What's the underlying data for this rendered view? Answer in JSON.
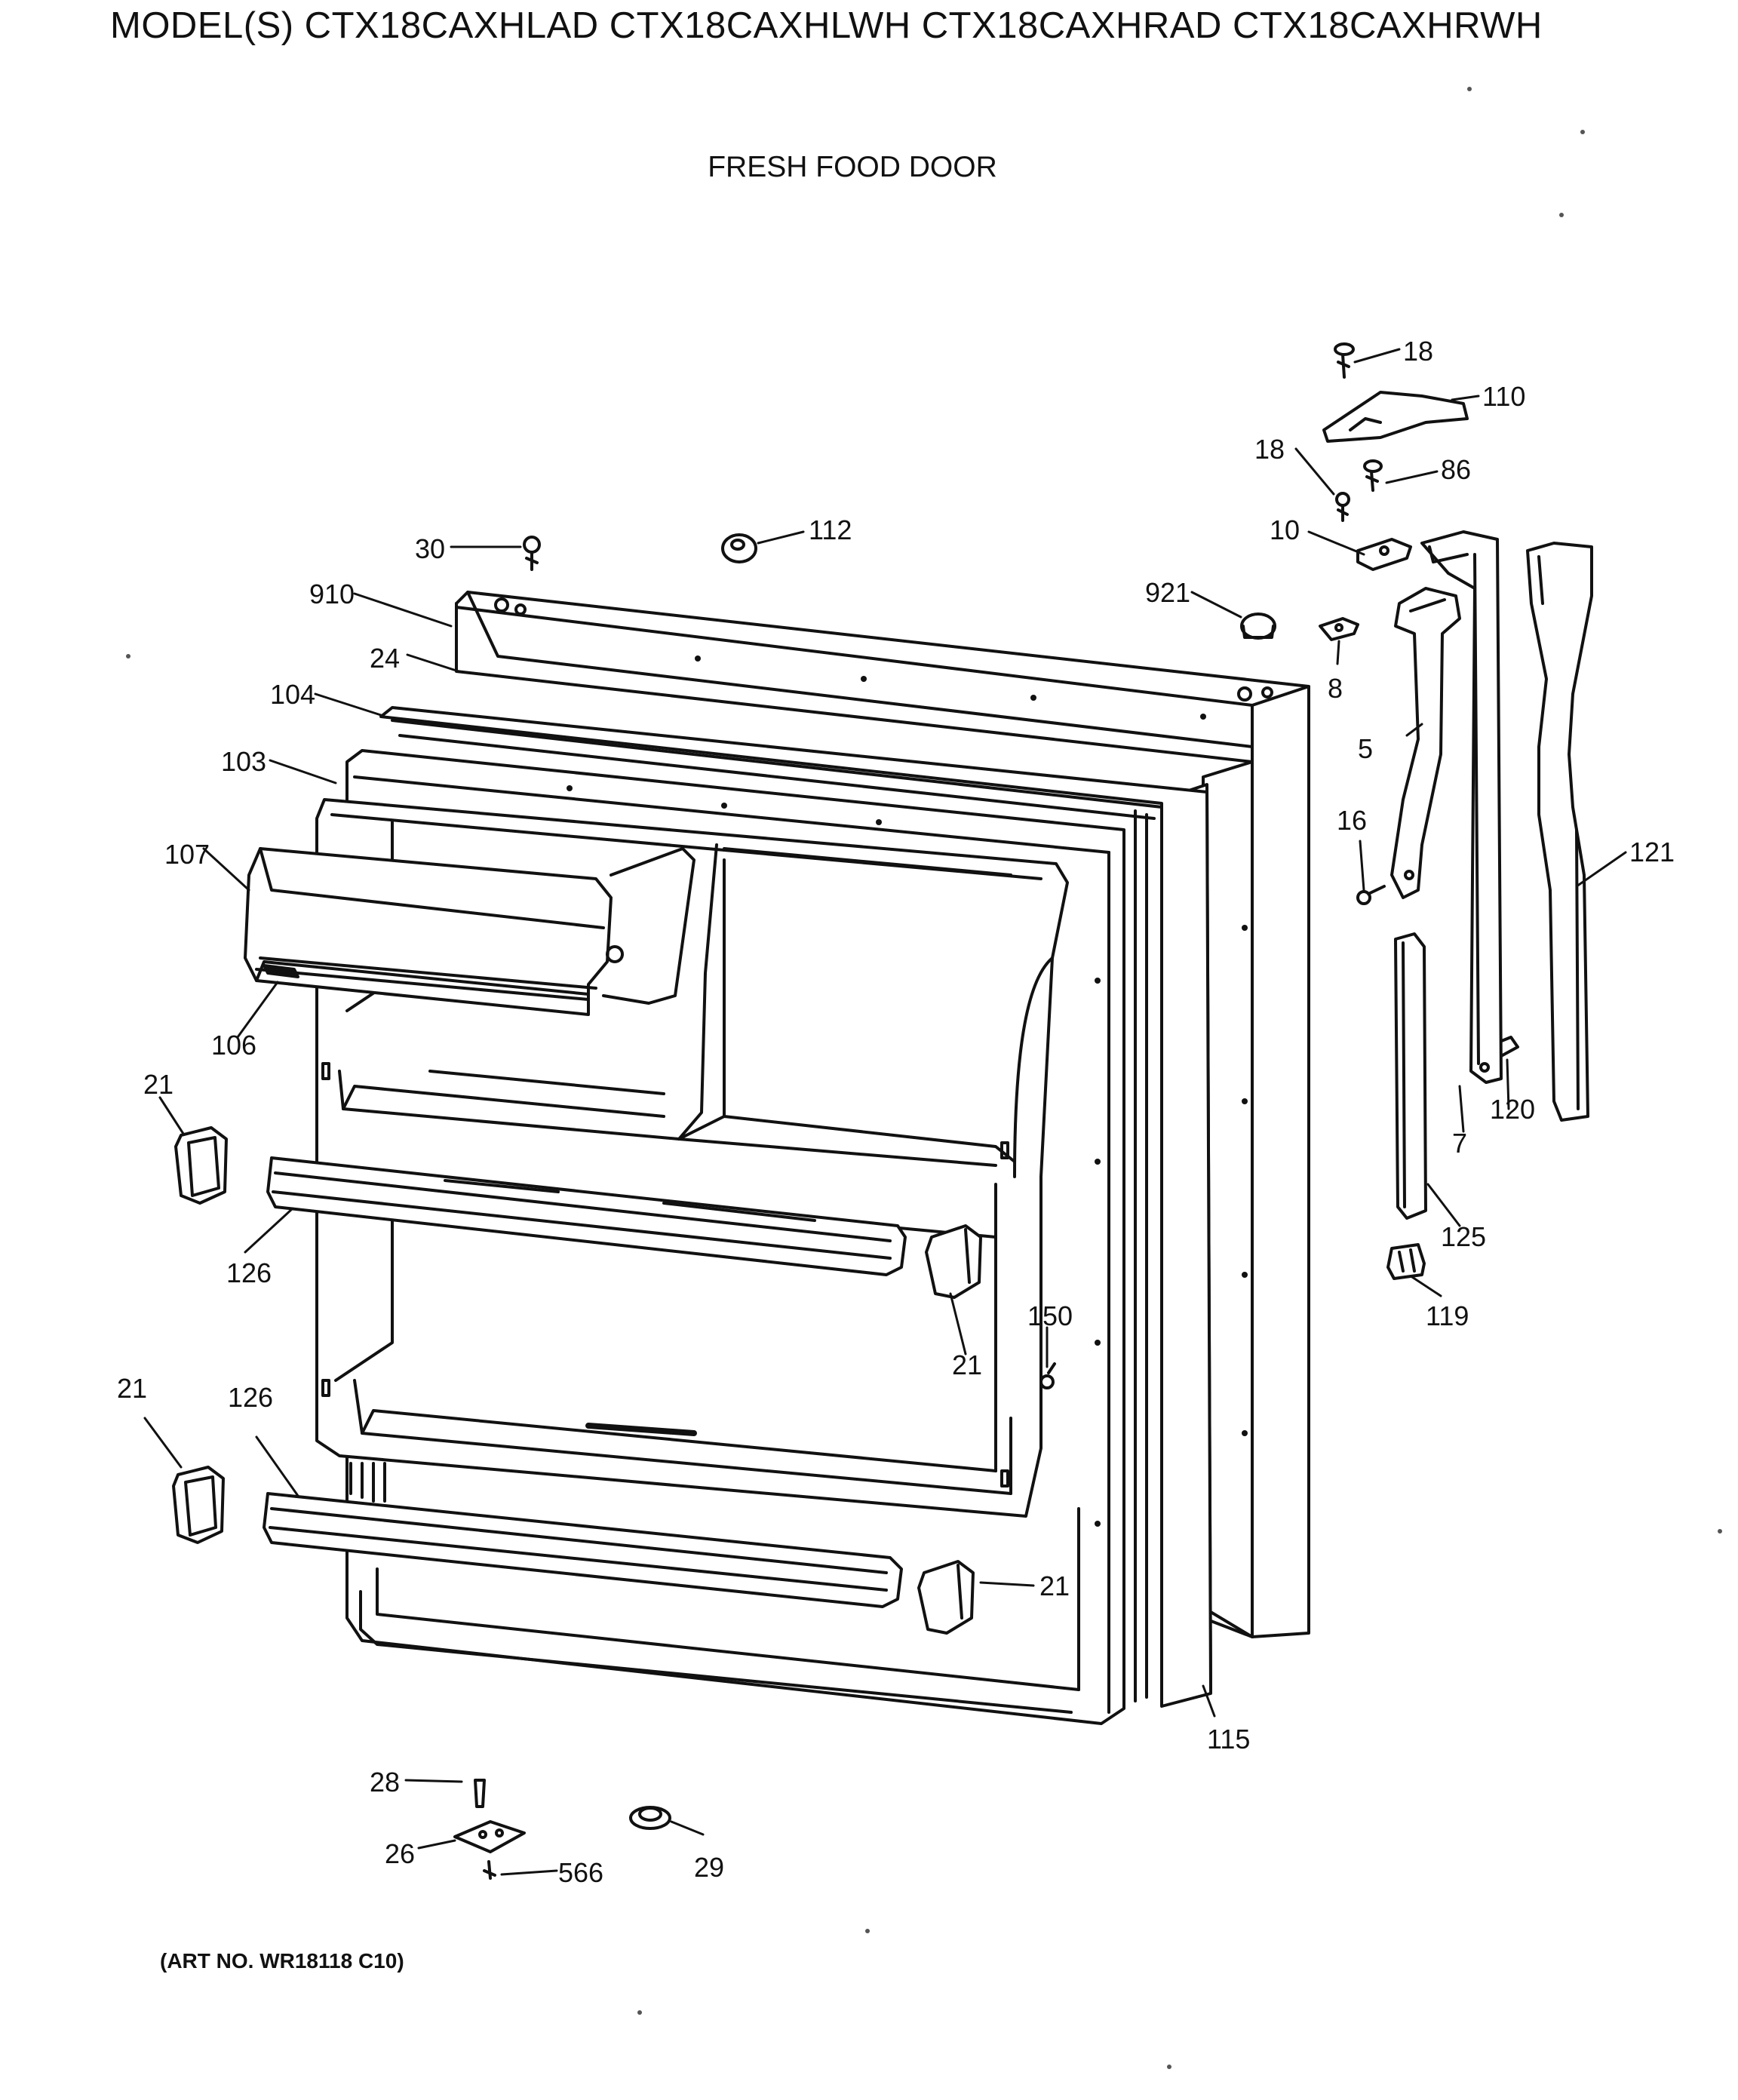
{
  "header": {
    "models": "MODEL(S) CTX18CAXHLAD  CTX18CAXHLWH  CTX18CAXHRAD  CTX18CAXHRWH",
    "section": "FRESH FOOD DOOR"
  },
  "footer": {
    "art_no": "(ART NO. WR18118 C10)"
  },
  "callouts": [
    {
      "id": "c18a",
      "label": "18"
    },
    {
      "id": "c110",
      "label": "110"
    },
    {
      "id": "c18b",
      "label": "18"
    },
    {
      "id": "c86",
      "label": "86"
    },
    {
      "id": "c10",
      "label": "10"
    },
    {
      "id": "c112",
      "label": "112"
    },
    {
      "id": "c30",
      "label": "30"
    },
    {
      "id": "c910",
      "label": "910"
    },
    {
      "id": "c921",
      "label": "921"
    },
    {
      "id": "c24",
      "label": "24"
    },
    {
      "id": "c8",
      "label": "8"
    },
    {
      "id": "c104",
      "label": "104"
    },
    {
      "id": "c5",
      "label": "5"
    },
    {
      "id": "c103",
      "label": "103"
    },
    {
      "id": "c16",
      "label": "16"
    },
    {
      "id": "c121",
      "label": "121"
    },
    {
      "id": "c107",
      "label": "107"
    },
    {
      "id": "c106",
      "label": "106"
    },
    {
      "id": "c21a",
      "label": "21"
    },
    {
      "id": "c120",
      "label": "120"
    },
    {
      "id": "c7",
      "label": "7"
    },
    {
      "id": "c125",
      "label": "125"
    },
    {
      "id": "c126a",
      "label": "126"
    },
    {
      "id": "c119",
      "label": "119"
    },
    {
      "id": "c150",
      "label": "150"
    },
    {
      "id": "c21b",
      "label": "21"
    },
    {
      "id": "c21c",
      "label": "21"
    },
    {
      "id": "c126b",
      "label": "126"
    },
    {
      "id": "c21d",
      "label": "21"
    },
    {
      "id": "c115",
      "label": "115"
    },
    {
      "id": "c28",
      "label": "28"
    },
    {
      "id": "c26",
      "label": "26"
    },
    {
      "id": "c566",
      "label": "566"
    },
    {
      "id": "c29",
      "label": "29"
    }
  ]
}
